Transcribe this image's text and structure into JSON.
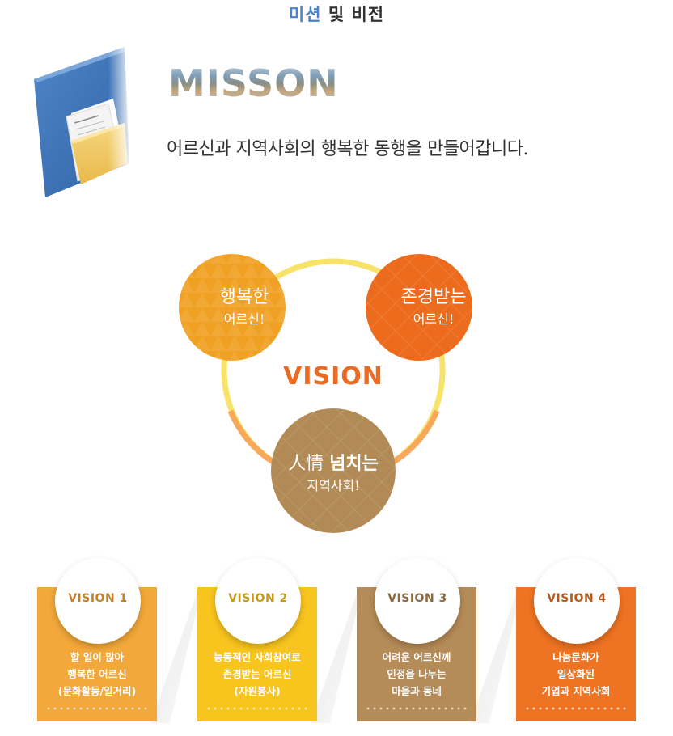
{
  "page_title": {
    "accent": "미션",
    "rest": " 및 비전"
  },
  "mission": {
    "heading": "MISSON",
    "statement": "어르신과 지역사회의 행복한 동행을 만들어갑니다.",
    "icon": "folder-document-icon"
  },
  "vision": {
    "center_label": "VISION",
    "circles": [
      {
        "line1": "행복한",
        "line2": "어르신!",
        "color": "#f0a124"
      },
      {
        "line1": "존경받는",
        "line2": "어르신!",
        "color": "#ec6b1c"
      },
      {
        "line1_light": "人情 ",
        "line1_bold": "넘치는",
        "line2": "지역사회!",
        "color": "#b28a55"
      }
    ],
    "ring_colors": [
      "#f8e36a",
      "#f7a85a"
    ]
  },
  "cards": [
    {
      "title": "VISION 1",
      "lines": [
        "할 일이 많아",
        "행복한 어르신",
        "(문화활동/일거리)"
      ],
      "color": "#f2a83a",
      "title_color": "#c7802a"
    },
    {
      "title": "VISION 2",
      "lines": [
        "능동적인 사회참여로",
        "존경받는 어르신",
        "(자원봉사)"
      ],
      "color": "#f8c41e",
      "title_color": "#c79a16"
    },
    {
      "title": "VISION 3",
      "lines": [
        "어려운 어르신께",
        "인정을 나누는",
        "마을과 동네"
      ],
      "color": "#b58b57",
      "title_color": "#8a6a3f"
    },
    {
      "title": "VISION 4",
      "lines": [
        "나눔문화가",
        "일상화된",
        "기업과 지역사회"
      ],
      "color": "#ee7322",
      "title_color": "#b75a1c"
    }
  ]
}
